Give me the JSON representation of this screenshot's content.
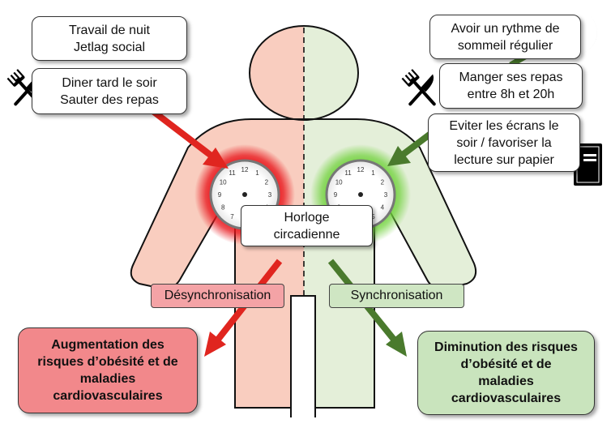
{
  "left_factors": {
    "sleep": {
      "line1": "Travail de nuit",
      "line2": "Jetlag social"
    },
    "food": {
      "line1": "Diner tard le soir",
      "line2": "Sauter des repas"
    }
  },
  "right_factors": {
    "sleep": {
      "line1": "Avoir un rythme de",
      "line2": "sommeil régulier"
    },
    "food": {
      "line1": "Manger ses repas",
      "line2": "entre 8h et 20h"
    },
    "screens": {
      "line1": "Eviter les écrans le",
      "line2": "soir / favoriser la",
      "line3": "lecture sur papier"
    }
  },
  "clock": {
    "line1": "Horloge",
    "line2": "circadienne"
  },
  "states": {
    "left": "Désynchronisation",
    "right": "Synchronisation"
  },
  "outcomes": {
    "left": {
      "line1": "Augmentation des",
      "line2": "risques d’obésité et de",
      "line3": "maladies",
      "line4": "cardiovasculaires"
    },
    "right": {
      "line1": "Diminution des risques",
      "line2": "d’obésité et de",
      "line3": "maladies",
      "line4": "cardiovasculaires"
    }
  },
  "clock_numbers": [
    "12",
    "1",
    "2",
    "3",
    "4",
    "5",
    "6",
    "7",
    "8",
    "9",
    "10",
    "11"
  ],
  "colors": {
    "left_body": "#f9cdbf",
    "right_body": "#e4efd9",
    "state_left_bg": "#f4a3a6",
    "state_right_bg": "#cfe6c3",
    "outcome_left_bg": "#f2888b",
    "outcome_right_bg": "#c9e4bd",
    "arrow_red": "#e0251f",
    "arrow_green": "#4a7a2d",
    "glow_red": "#e8141a",
    "glow_green": "#6fd13a"
  },
  "icons": [
    "moon-icon",
    "fork-knife-icon",
    "book-icon",
    "clock-icon"
  ]
}
